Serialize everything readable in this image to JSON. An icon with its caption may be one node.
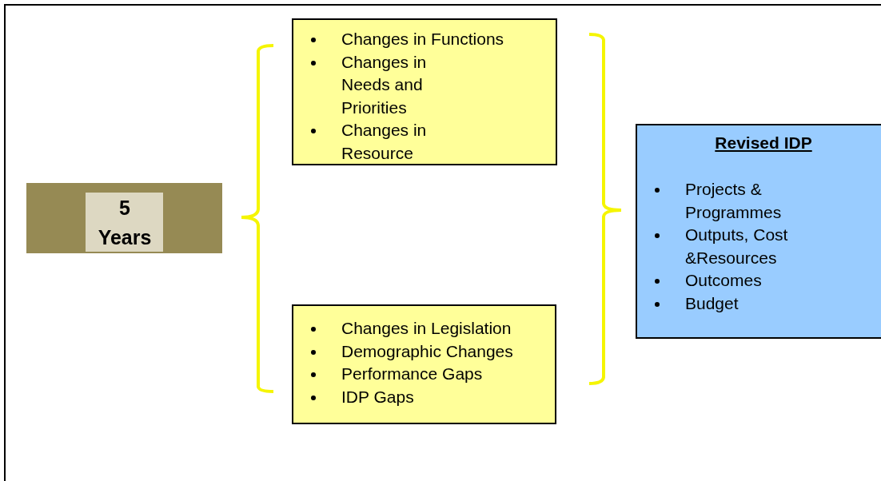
{
  "diagram": {
    "nodes": [
      {
        "text": [],
        "shape": "bar"
      },
      {
        "text": [
          "5 Years"
        ],
        "in": 0
      },
      {
        "text": [
          "Changes in Functions",
          "Changes in Needs and Priorities",
          "Changes in Resource"
        ]
      },
      {
        "text": [
          "Changes in Legislation",
          "Demographic Changes",
          "Performance Gaps",
          "IDP Gaps"
        ]
      },
      {
        "text": [
          "Revised IDP",
          "Projects & Programmes",
          "Outputs, Cost &Resources",
          "Outcomes",
          "Budget"
        ]
      }
    ]
  }
}
